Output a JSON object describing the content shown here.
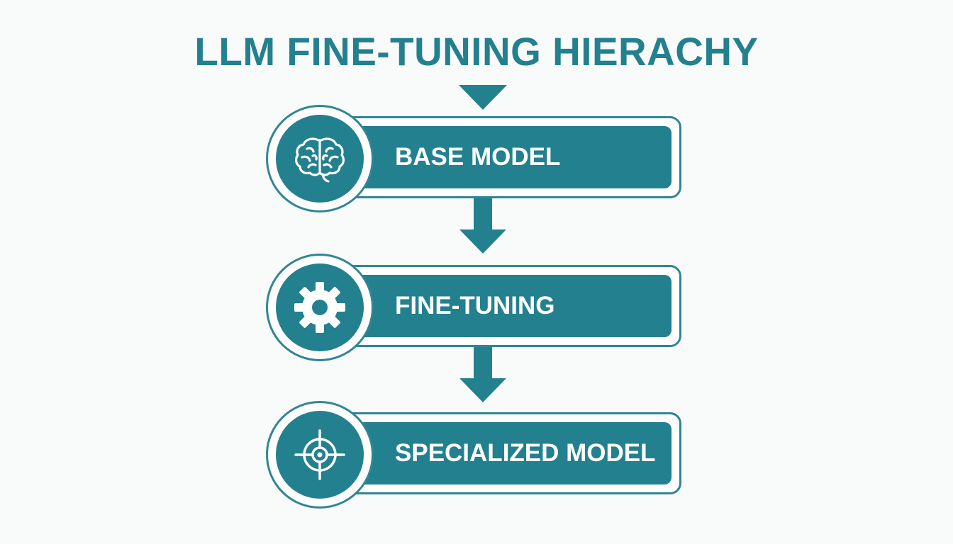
{
  "title": "LLM FINE-TUNING HIERACHY",
  "steps": [
    {
      "label": "BASE MODEL",
      "icon": "brain-icon"
    },
    {
      "label": "FINE-TUNING",
      "icon": "gear-icon"
    },
    {
      "label": "SPECIALIZED MODEL",
      "icon": "target-icon"
    }
  ],
  "colors": {
    "primary": "#23808f",
    "background": "#f9fafa",
    "text_on_primary": "#ffffff"
  }
}
